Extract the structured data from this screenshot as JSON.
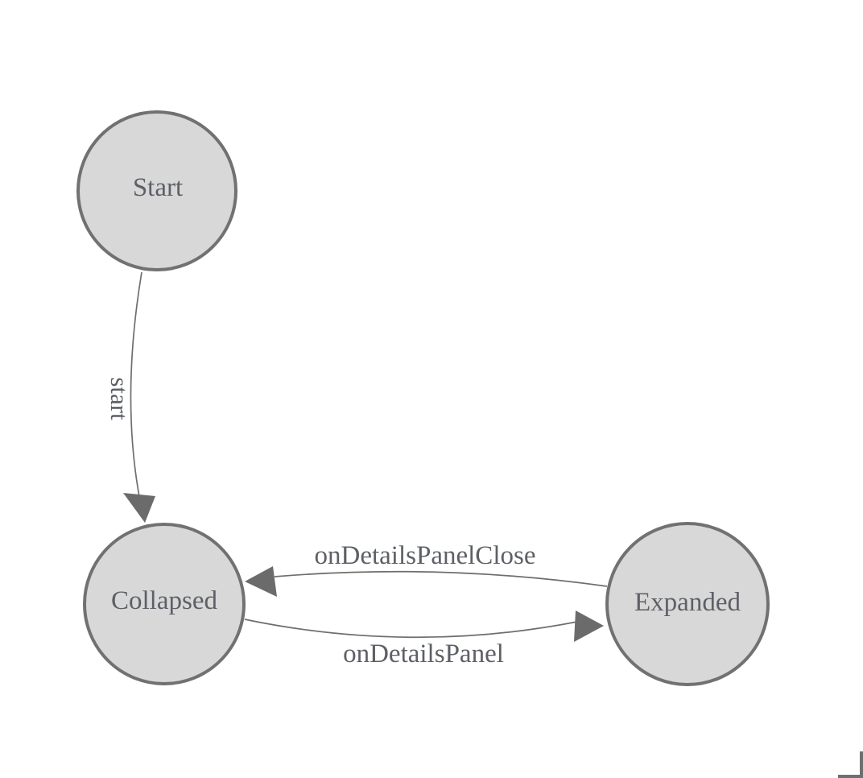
{
  "diagram": {
    "type": "state-machine",
    "nodes": [
      {
        "id": "start",
        "label": "Start"
      },
      {
        "id": "collapsed",
        "label": "Collapsed"
      },
      {
        "id": "expanded",
        "label": "Expanded"
      }
    ],
    "edges": [
      {
        "from": "Start",
        "to": "Collapsed",
        "label": "start"
      },
      {
        "from": "Collapsed",
        "to": "Expanded",
        "label": "onDetailsPanel"
      },
      {
        "from": "Expanded",
        "to": "Collapsed",
        "label": "onDetailsPanelClose"
      }
    ],
    "colors": {
      "background": "#ffffff",
      "node_fill": "#d8d8d8",
      "node_border": "#717171",
      "edge_line": "#6e6e6e",
      "arrowhead": "#6b6b6b",
      "label_text": "#5d6066",
      "scrollbar": "#6f6f6f"
    }
  }
}
